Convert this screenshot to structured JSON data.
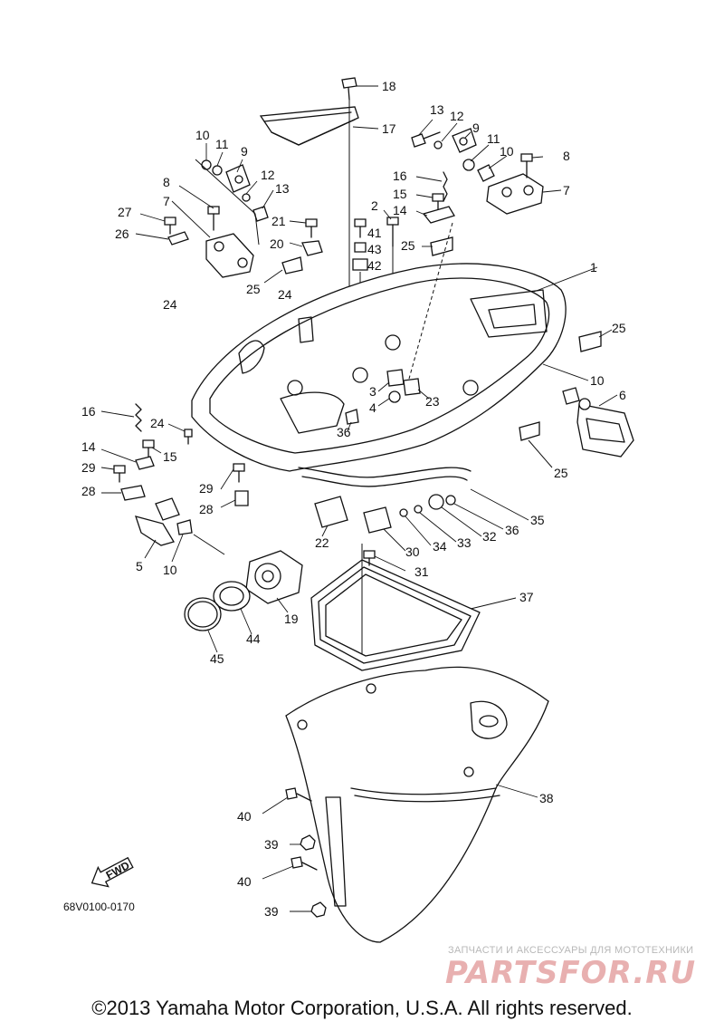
{
  "diagram": {
    "drawing_code": "68V0100-0170",
    "fwd_label": "FWD",
    "copyright": "©2013 Yamaha Motor Corporation, U.S.A. All rights reserved.",
    "watermark_small": "ЗАПЧАСТИ И АКСЕССУАРЫ ДЛЯ МОТОТЕХНИКИ",
    "watermark_logo": "PARTSFOR.RU",
    "callouts": [
      "18",
      "17",
      "13",
      "12",
      "9",
      "11",
      "10",
      "8",
      "7",
      "16",
      "15",
      "14",
      "2",
      "41",
      "43",
      "42",
      "25",
      "1",
      "10",
      "11",
      "9",
      "12",
      "13",
      "8",
      "27",
      "26",
      "7",
      "21",
      "20",
      "25",
      "24",
      "24",
      "25",
      "10",
      "6",
      "3",
      "4",
      "23",
      "36",
      "16",
      "24",
      "15",
      "14",
      "29",
      "28",
      "29",
      "28",
      "5",
      "10",
      "19",
      "44",
      "45",
      "22",
      "30",
      "31",
      "34",
      "33",
      "32",
      "36",
      "35",
      "37",
      "38",
      "40",
      "39",
      "40",
      "39",
      "25"
    ]
  }
}
